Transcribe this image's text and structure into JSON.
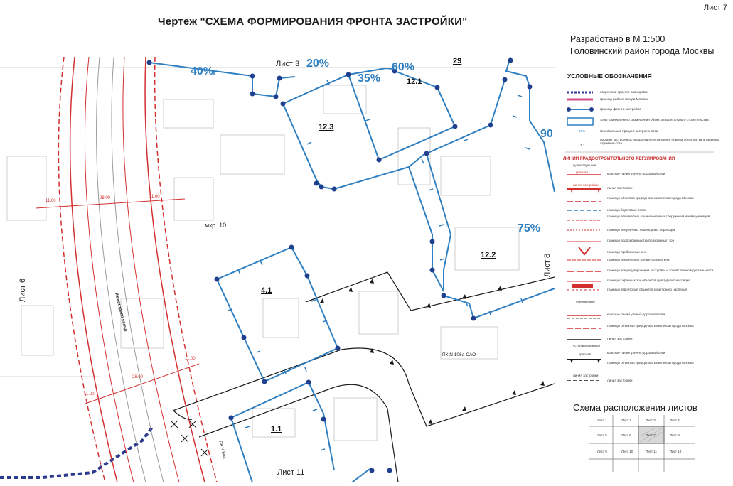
{
  "title": "Чертеж \"СХЕМА ФОРМИРОВАНИЯ ФРОНТА ЗАСТРОЙКИ\"",
  "sheet_number": "Лист 7",
  "scale_text": "Разработано в М 1:500",
  "district_text": "Головинский район города Москвы",
  "map": {
    "sheet_refs": {
      "top": "Лист 3",
      "bottom": "Лист 11",
      "left": "Лист 6",
      "right": "Лист 8"
    },
    "percentages": [
      "40%",
      "20%",
      "35%",
      "60%",
      "75%",
      "90"
    ],
    "blocks": [
      "12.1",
      "12.3",
      "12.2",
      "4.1",
      "1.1",
      "29"
    ],
    "district_label": "мкр. 10",
    "street_name": "Авиаторная улица",
    "street_name_2": "ПК N 50а",
    "pk_label": "ПК N 106а-САО",
    "dimensions": [
      "11.00",
      "28.00",
      "11.00",
      "11.00",
      "28.00",
      "11.00"
    ]
  },
  "legend": {
    "header": "УСЛОВНЫЕ ОБОЗНАЧЕНИЯ",
    "items": [
      {
        "label": "подготовка проекта планировки"
      },
      {
        "label": "граница района города Москвы"
      },
      {
        "label": "граница фронта застройки"
      },
      {
        "label": "зоны планируемого размещения объектов капитального строительства"
      },
      {
        "label": "минимальный процент застроенности"
      },
      {
        "label": "процент застроенности фронта не установлен номера объектов капитального строительства"
      }
    ],
    "sample_percent": "90%",
    "sample_number": "1.1",
    "section_header": "ЛИНИИ ГРАДОСТРОИТЕЛЬНОГО РЕГУЛИРОВАНИЯ",
    "lines": [
      {
        "sub": "существующие",
        "label": ""
      },
      {
        "sub": "красная",
        "label": "красные линии улично-дорожной сети"
      },
      {
        "sub": "линия застройки",
        "label": "линия застройки"
      },
      {
        "sub": "",
        "label": "границы объектов природного комплекса города Москвы"
      },
      {
        "sub": "",
        "label": "границы береговых полос"
      },
      {
        "sub": "",
        "label": "границы технических зон инженерных сооружений и коммуникаций"
      },
      {
        "sub": "",
        "label": "границы внеуличных пешеходных переходов"
      },
      {
        "sub": "",
        "label": "границы водоохранных (рыбоохранных) зон"
      },
      {
        "sub": "",
        "label": "границы прибрежных зон"
      },
      {
        "sub": "",
        "label": "границы технических зон метрополитена"
      },
      {
        "sub": "",
        "label": "границы зон регулирования застройки и хозяйственной деятельности"
      },
      {
        "sub": "",
        "label": "границы охранных зон объектов культурного наследия"
      },
      {
        "sub": "",
        "label": "границы территорий объектов культурного наследия"
      },
      {
        "sub": "отменяемые",
        "label": ""
      },
      {
        "sub": "",
        "label": "красные линии улично-дорожной сети"
      },
      {
        "sub": "",
        "label": "границы объектов природного комплекса города Москвы"
      },
      {
        "sub": "",
        "label": "линия застройки"
      },
      {
        "sub": "устанавливаемые",
        "label": ""
      },
      {
        "sub": "красная",
        "label": "красные линии улично-дорожной сети"
      },
      {
        "sub": "",
        "label": "границы объектов природного комплекса города Москвы"
      },
      {
        "sub": "линия застройки",
        "label": "линия застройки"
      }
    ]
  },
  "layout_scheme": {
    "title": "Схема расположения листов",
    "cells": [
      "Лист 1",
      "Лист 2",
      "Лист 3",
      "Лист 4",
      "Лист 5",
      "Лист 6",
      "Лист 7",
      "Лист 8",
      "Лист 9",
      "Лист 10",
      "Лист 11",
      "Лист 12"
    ]
  },
  "colors": {
    "front_line": "#2f7fc1",
    "front_node": "#1f3f8f",
    "red_line": "#d32f2f",
    "building_line": "#1b1b1b",
    "district_border": "#2b3a8f",
    "base_map": "#c8c8c8"
  }
}
